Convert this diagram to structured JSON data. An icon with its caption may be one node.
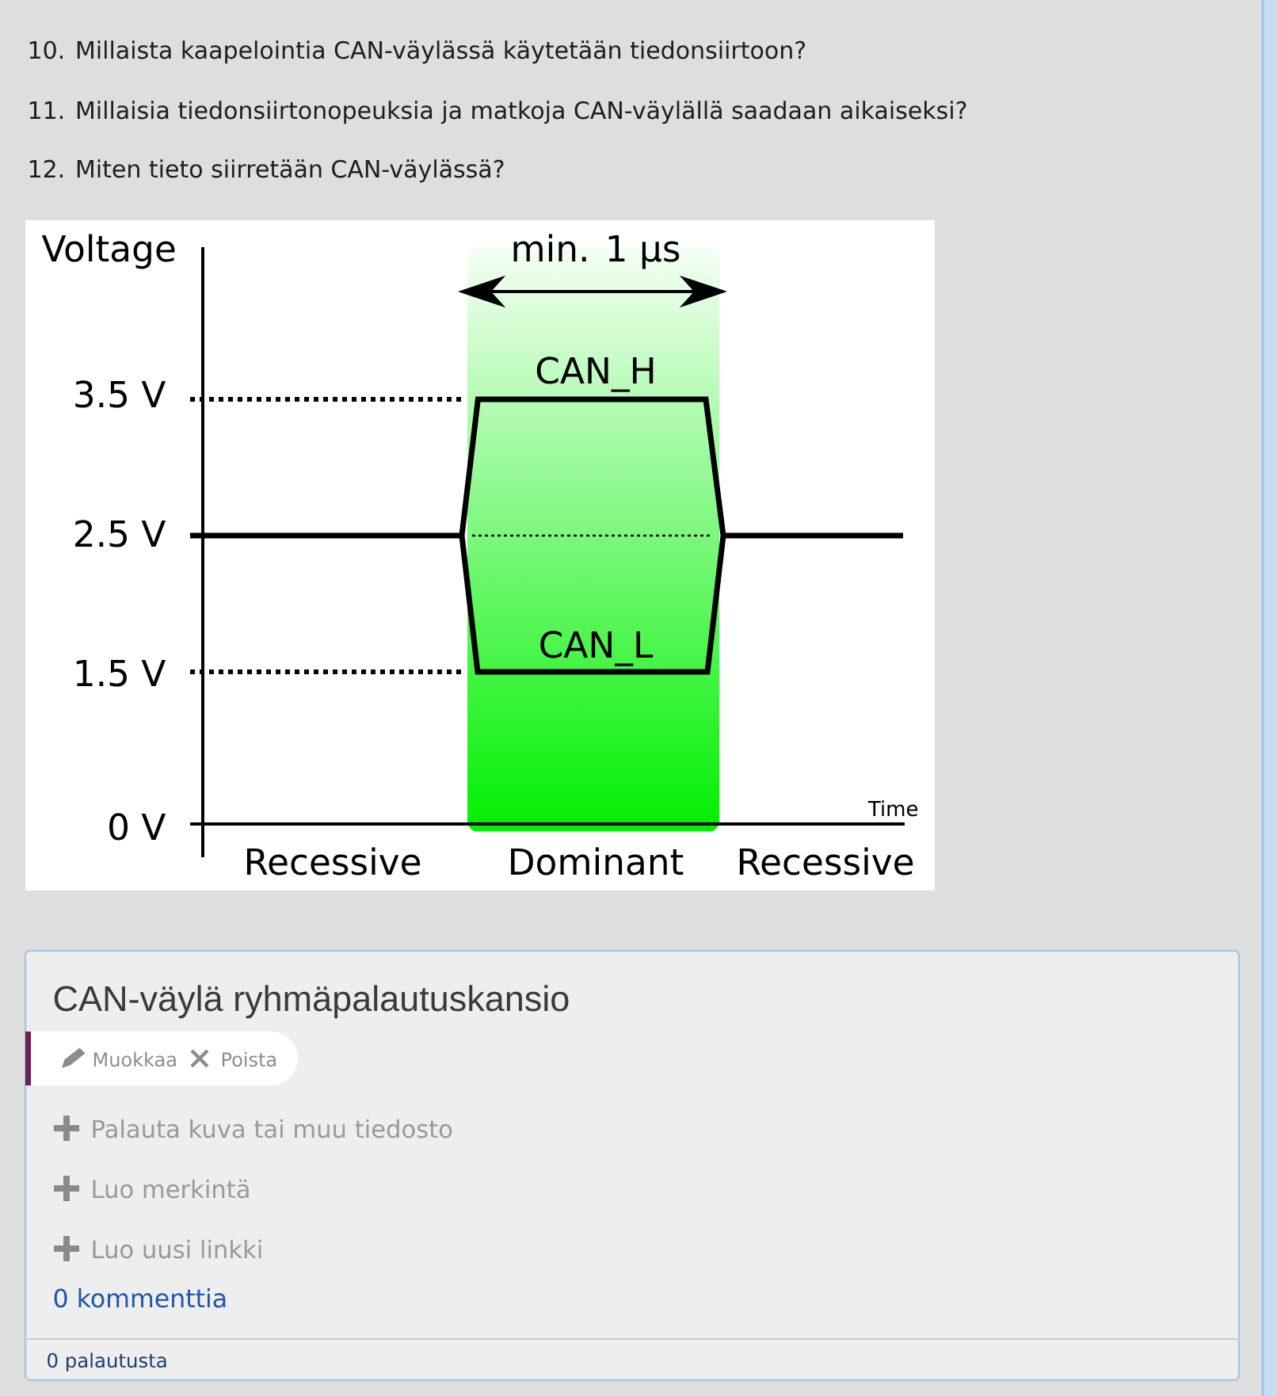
{
  "diagram": {
    "nodes": [
      {
        "text": [
          "CAN-väylä ryhmäpalautuskansio",
          "Palauta kuva tai muu tiedosto",
          "Luo merkintä",
          "Luo uusi linkki",
          "0 kommenttia"
        ]
      },
      {
        "text": [
          "Muokkaa",
          "Poista"
        ],
        "in": 0
      },
      {
        "text": [
          "0 palautusta"
        ],
        "in": 0
      }
    ],
    "labels": [
      "10. Millaista kaapelointia CAN-väylässä käytetään tiedonsiirtoon?",
      "11. Millaisia tiedonsiirtonopeuksia ja matkoja CAN-väylällä saadaan aikaiseksi?",
      "12. Miten tieto siirretään CAN-väylässä?",
      "Voltage",
      "min. 1 µs",
      "CAN_H",
      "3.5 V",
      "2.5 V",
      "CAN_L",
      "1.5 V",
      "Time",
      "0 V",
      "Recessive",
      "Dominant",
      "Recessive"
    ]
  }
}
